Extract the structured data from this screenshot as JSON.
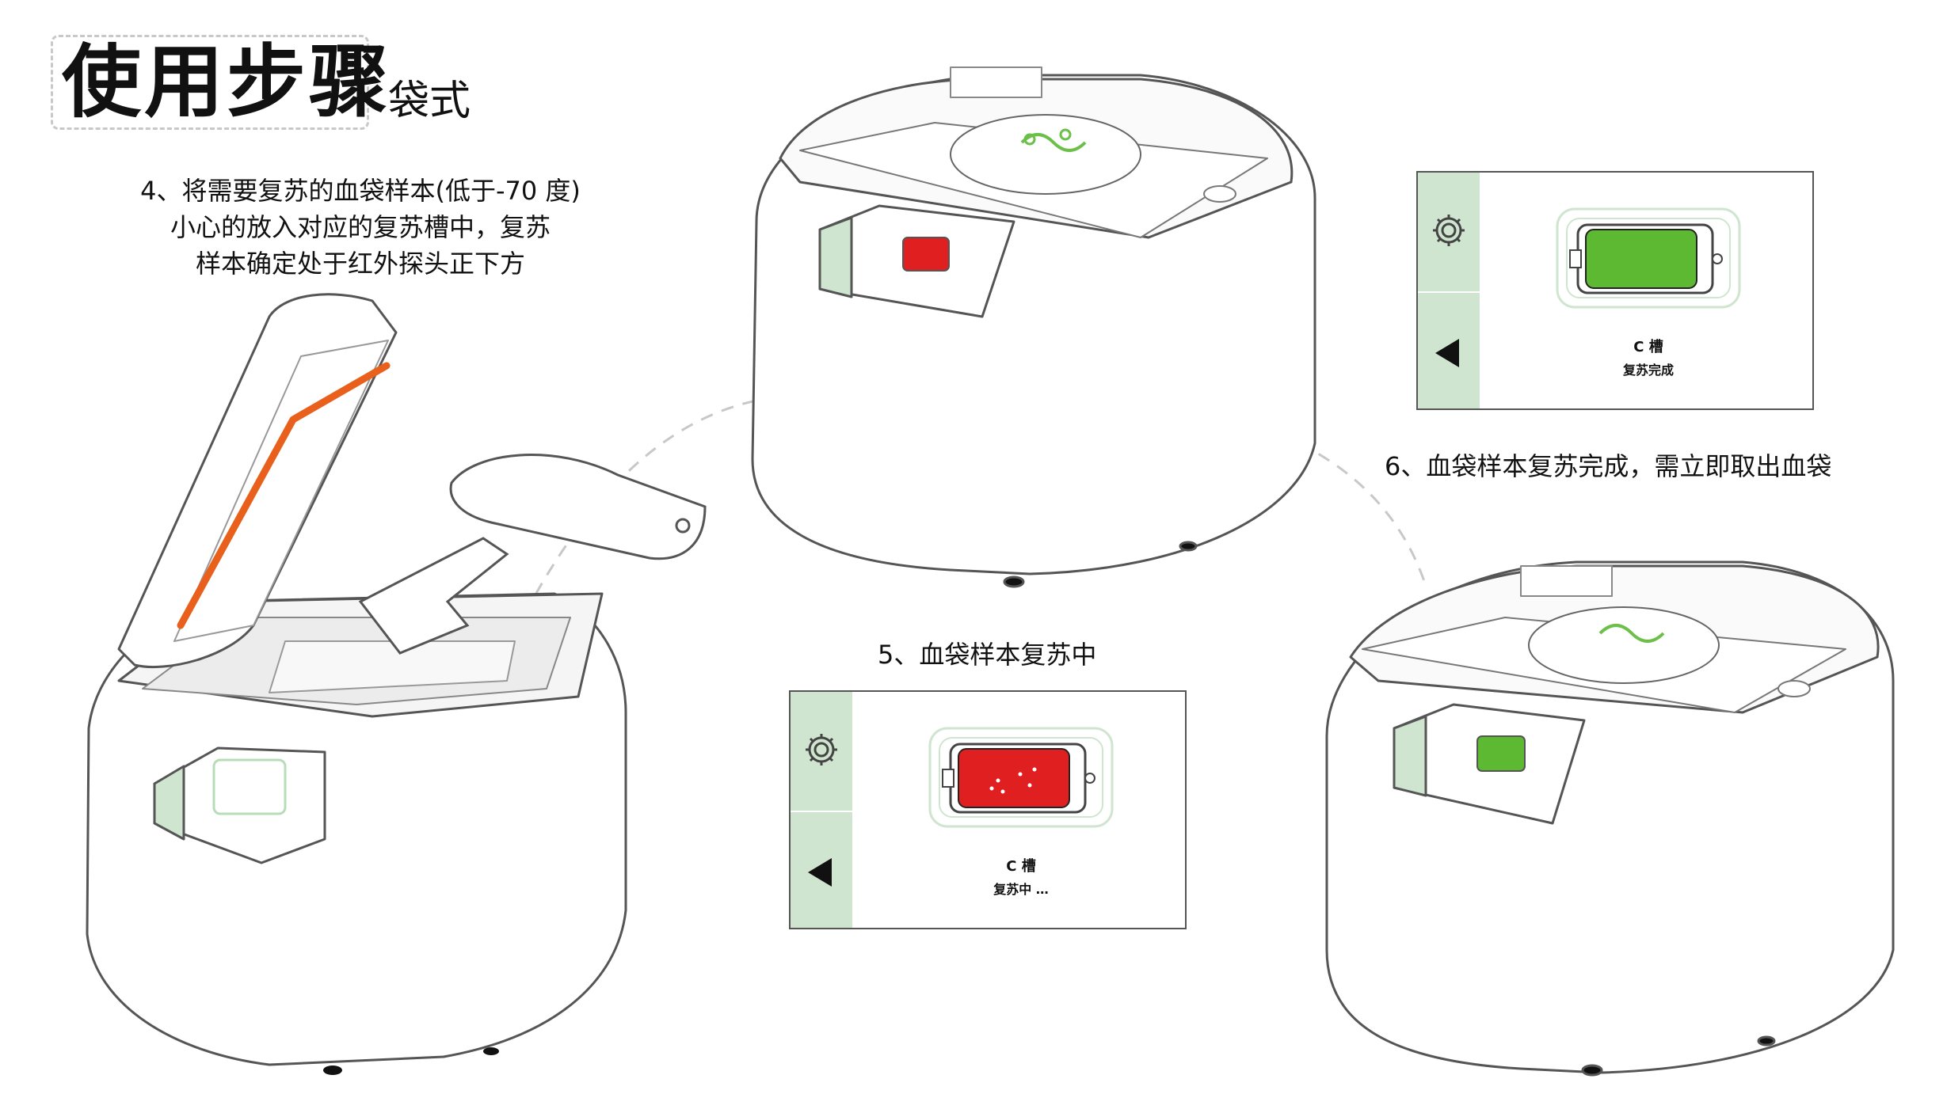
{
  "header": {
    "title": "使用步骤",
    "subtitle": "袋式"
  },
  "steps": {
    "step4": {
      "line1": "4、将需要复苏的血袋样本(低于-70 度)",
      "line2": "小心的放入对应的复苏槽中，复苏",
      "line3": "样本确定处于红外探头正下方"
    },
    "step5": "5、血袋样本复苏中",
    "step6": "6、血袋样本复苏完成，需立即取出血袋"
  },
  "panel_thawing": {
    "slot_label": "C 槽",
    "status": "复苏中 …",
    "bag_color": "#e02020",
    "sidebar_color": "#cfe5cf"
  },
  "panel_done": {
    "slot_label": "C 槽",
    "status": "复苏完成",
    "bag_color": "#5db832",
    "sidebar_color": "#cfe5cf"
  },
  "accent_colors": {
    "heater_strip": "#e8601c",
    "logo_green": "#6cc04a",
    "dashed_path": "#c8c8c8"
  },
  "icons": [
    "gear-icon",
    "back-arrow-icon",
    "blood-bag-icon"
  ]
}
